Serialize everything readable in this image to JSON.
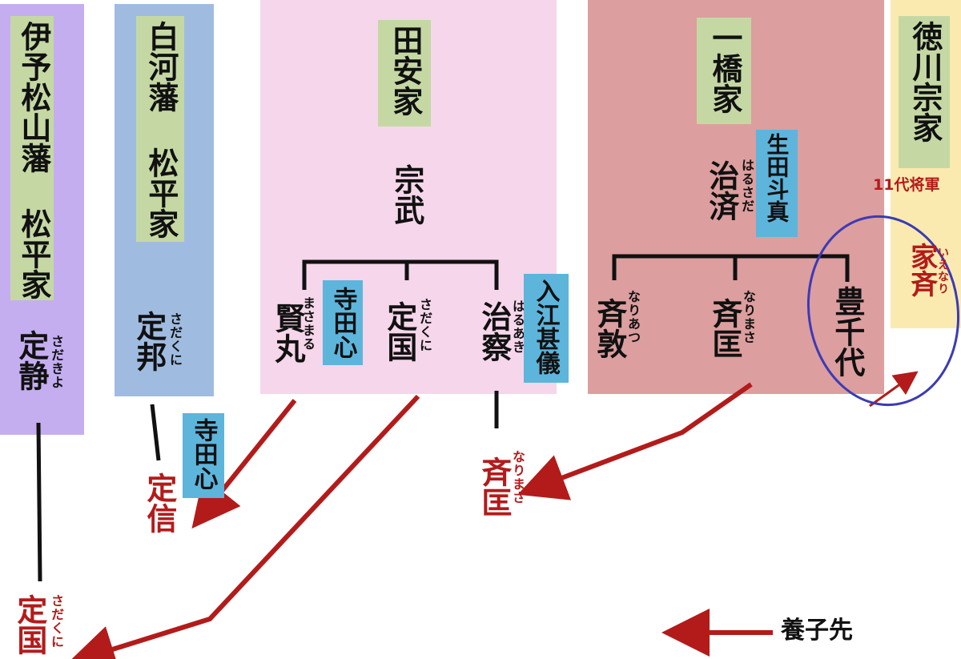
{
  "houses": {
    "iyo": {
      "title": "伊予松山藩 松平家",
      "name": "定静",
      "ruby": "さだきよ",
      "color": "#c4aef0"
    },
    "shirakawa": {
      "title": "白河藩 松平家",
      "name": "定邦",
      "ruby": "さだくに",
      "color": "#9fbce0"
    },
    "tayasu": {
      "title": "田安家",
      "head": "宗武",
      "color": "#f5d6ea"
    },
    "hitotsubashi": {
      "title": "一橋家",
      "head": "治済",
      "head_ruby": "はるさだ",
      "head_actor": "生田斗真",
      "color": "#dc9e9e"
    },
    "tokugawa": {
      "title": "徳川宗家",
      "shogun_label": "11代将軍",
      "name": "家斉",
      "ruby": "いえなり",
      "color": "#faeab0"
    }
  },
  "children": {
    "masamaru": {
      "name": "賢丸",
      "ruby": "まさまる",
      "actor": "寺田心"
    },
    "sadakuni": {
      "name": "定国",
      "ruby": "さだくに"
    },
    "haruaki": {
      "name": "治察",
      "ruby": "はるあき",
      "actor": "入江甚儀"
    },
    "nariatsu": {
      "name": "斉敦",
      "ruby": "なりあつ"
    },
    "narimasa": {
      "name": "斉匡",
      "ruby": "なりまさ"
    },
    "toyochiyo": {
      "name": "豊千代"
    }
  },
  "results": {
    "sadanobu": {
      "name": "定信",
      "actor": "寺田心"
    },
    "narimasa_adopted": {
      "name": "斉匡",
      "ruby": "なりまさ"
    },
    "sadakuni_adopted": {
      "name": "定国",
      "ruby": "さだくに"
    }
  },
  "legend": {
    "label": "養子先"
  },
  "colors": {
    "arrow": "#b31b1b",
    "line": "#111111",
    "ellipse": "#3b3bb5"
  }
}
